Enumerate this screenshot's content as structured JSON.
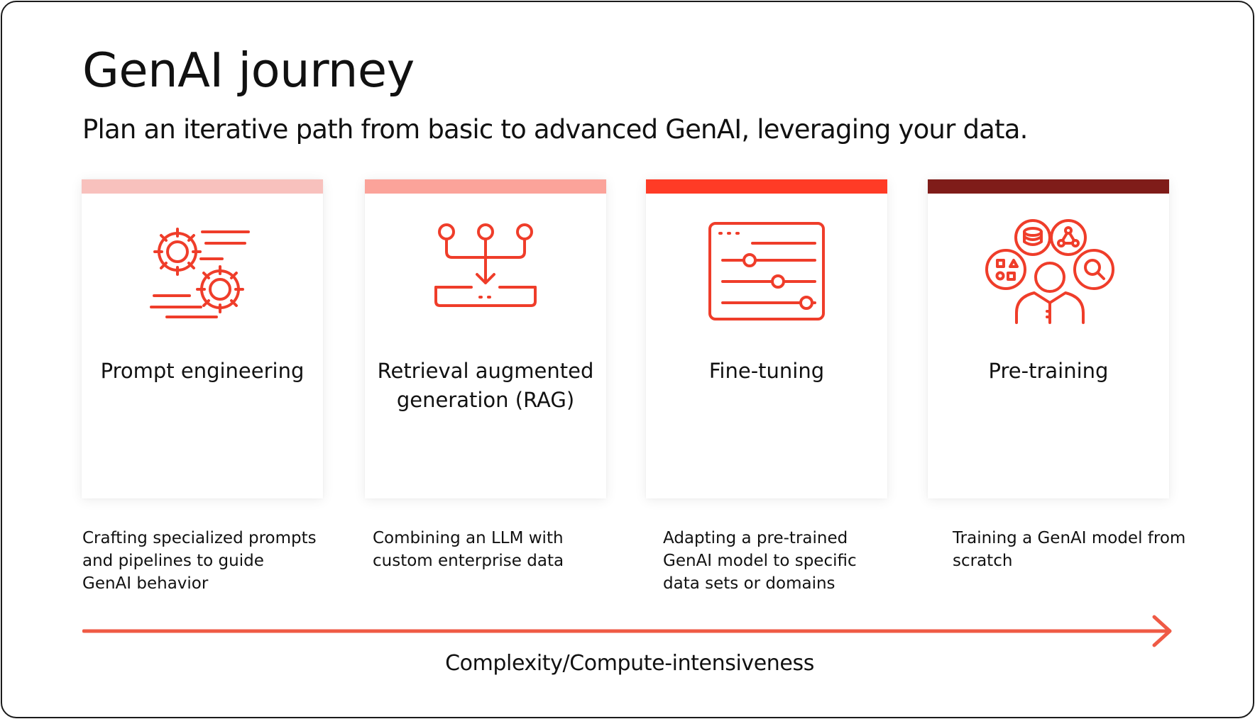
{
  "title": "GenAI journey",
  "subtitle": "Plan an iterative path from basic to advanced GenAI, leveraging your data.",
  "accent_color": "#ef3d2a",
  "stages": [
    {
      "label": "Prompt engineering",
      "description": "Crafting specialized prompts and pipelines to guide GenAI behavior",
      "bar_color": "#f8c1bd",
      "icon": "gears-icon"
    },
    {
      "label": "Retrieval augmented generation (RAG)",
      "description": "Combining an LLM with custom enterprise data",
      "bar_color": "#fba39a",
      "icon": "data-merge-icon"
    },
    {
      "label": "Fine-tuning",
      "description": "Adapting a pre-trained GenAI model to specific data sets or domains",
      "bar_color": "#ff3b26",
      "icon": "sliders-window-icon"
    },
    {
      "label": "Pre-training",
      "description": "Training a GenAI model from scratch",
      "bar_color": "#7f1c19",
      "icon": "person-data-icon"
    }
  ],
  "axis": {
    "label": "Complexity/Compute-intensiveness",
    "color": "#ef5a45"
  }
}
